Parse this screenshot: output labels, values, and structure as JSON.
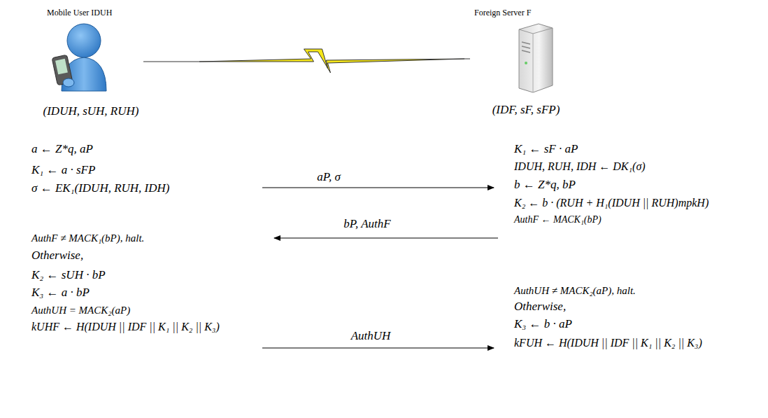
{
  "diagram": {
    "nodes": [
      {
        "text": [
          "Mobile User IDUH",
          "(IDUH, sUH, RUH)"
        ]
      },
      {
        "text": [
          "Foreign Server F",
          "(IDF, sF, sFP)"
        ]
      }
    ],
    "edges": [
      {
        "from": 0,
        "to": 1,
        "arrow": "none"
      }
    ],
    "labels": [
      "a ← Z*q, aP",
      "K₁ ← sF · aP",
      "K₁ ← a · sFP",
      "IDUH, RUH, IDH ← DK₁(σ)",
      "σ ← EK₁(IDUH, RUH, IDH)",
      "aP, σ",
      "b ← Z*q, bP",
      "K₂ ← b · (RUH + H₁(IDUH || RUH)mpkH)",
      "bP, AuthF",
      "AuthF ← MACK₁(bP)",
      "AuthF ≠ MACK₁(bP), halt.",
      "Otherwise,",
      "K₂ ← sUH · bP",
      "AuthUH ≠ MACK₂(aP), halt.",
      "K₃ ← a · bP",
      "Otherwise,",
      "AuthUH = MACK₂(aP)",
      "K₃ ← b · aP",
      "kUHF ← H(IDUH || IDF || K₁ || K₂ || K₃)",
      "AuthUH",
      "kFUH ← H(IDUH || IDF || K₁ || K₂ || K₃)"
    ]
  }
}
